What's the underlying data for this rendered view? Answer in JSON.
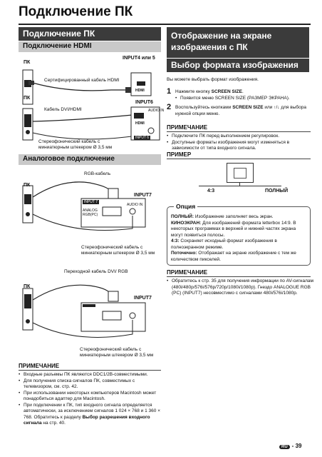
{
  "page_title": "Подключение ПК",
  "left": {
    "section_title": "Подключение ПК",
    "hdmi": {
      "subtitle": "Подключение HDMI",
      "pc_label": "ПК",
      "hdmi_cable": "Сертифицированный кабель HDMI",
      "input_label": "INPUT4 или 5",
      "hdmi_logo": "HDMI",
      "pc2_label": "ПК",
      "dvi_hdmi_cable": "Кабель DVI/HDMI",
      "input6_label": "INPUT6",
      "audio_in": "AUDIO IN",
      "hdmi_logo2": "HDMI",
      "input6_tag": "INPUT 6",
      "stereo_cable_1": "Стереофонический кабель с",
      "stereo_cable_2": "миниатюрным штекером Ø 3,5 мм"
    },
    "analog": {
      "subtitle": "Аналоговое подключение",
      "rgb_cable": "RGB-кабель",
      "pc_label": "ПК",
      "input7_label": "INPUT7",
      "input7_tag": "INPUT 7",
      "analog_rgb": "ANALOG RGB(PC)",
      "audio_in": "AUDIO IN",
      "stereo_cable_1": "Стереофонический кабель с",
      "stereo_cable_2": "миниатюрным штекером Ø 3,5 мм",
      "dvi_rgb_cable": "Переходной кабель DVI/ RGB",
      "pc2_label": "ПК",
      "input7b_label": "INPUT7",
      "stereo_cable_b1": "Стереофонический кабель с",
      "stereo_cable_b2": "миниатюрным штекером Ø 3,5 мм"
    },
    "note": {
      "title": "ПРИМЕЧАНИЕ",
      "items": [
        "Входные разъемы ПК являются DDC1/2B-совместимыми.",
        "Для получения списка сигналов ПК, совместимых с телевизором, см. стр. 42.",
        "При использовании некоторых компьютеров Macintosh может понадобиться адаптер для Macintosh.",
        "При подключении к ПК, тип входного сигнала определяется автоматически, за исключением сигналов 1 024 × 768 и 1 360 × 768. Обратитесь к разделу "
      ],
      "last_bold": "Выбор разрешения входного сигнала",
      "last_tail": " на стр. 40."
    }
  },
  "right": {
    "section_title": "Отображение на экране изображения с ПК",
    "subsection_title": "Выбор формата изображения",
    "intro": "Вы можете выбрать формат изображения.",
    "step1_pre": "Нажмите кнопку ",
    "step1_bold": "SCREEN SIZE",
    "step1_bullet": "Появится меню SCREEN SIZE (РАЗМЕР ЭКРАНА).",
    "step2_pre": "Воспользуйтесь кнопками ",
    "step2_bold": "SCREEN SIZE",
    "step2_tail": " или ↑/↓ для выбора нужной опции меню.",
    "note_title": "ПРИМЕЧАНИЕ",
    "note_items": [
      "Подключите ПК перед выполнением регулировок.",
      "Доступные форматы изображения могут изменяться в зависимости от типа входного сигнала."
    ],
    "example_title": "ПРИМЕР",
    "ratio_43": "4:3",
    "ratio_full": "ПОЛНЫЙ",
    "option_title": "Опция",
    "options": [
      {
        "name": "ПОЛНЫЙ:",
        "text": "Изображение заполняет весь экран."
      },
      {
        "name": "КИНОЭКРАН:",
        "text": "Для изображений формата letterbox 14:9. В некоторых программах в верхней и нижней частях экрана могут появиться полосы."
      },
      {
        "name": "4:3:",
        "text": "Сохраняет исходный формат изображения в полноэкранном режиме."
      },
      {
        "name": "Поточечно:",
        "text": "Отображает на экране изображение с тем же количеством пикселей."
      }
    ],
    "note2_title": "ПРИМЕЧАНИЕ",
    "note2_text": "Обратитесь к стр. 35 для получения информации по AV-сигналам (480i/480p/576i/576p/720p/1080i/1080p). Гнездо ANALOGUE RGB (PC) (INPUT7) несовместимо с сигналами 480i/576i/1080p."
  },
  "footer": {
    "lang": "RU",
    "page_number": "39"
  }
}
